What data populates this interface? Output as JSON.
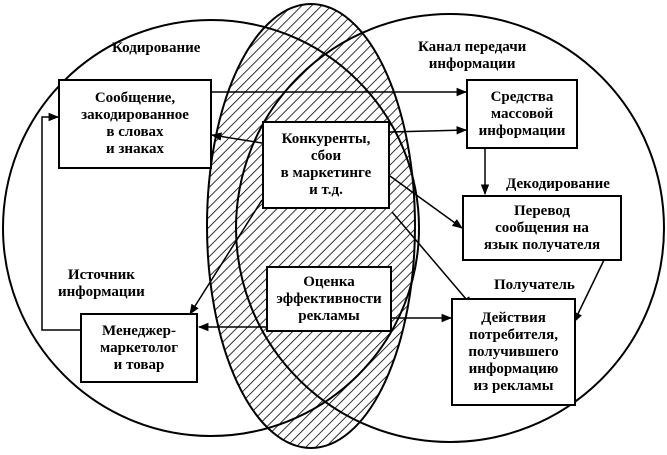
{
  "labels": {
    "coding": "Кодирование",
    "channel": "Канал передачи\nинформации",
    "decoding": "Декодирование",
    "source": "Источник\nинформации",
    "receiver": "Получатель"
  },
  "boxes": {
    "message": "Сообщение,\nзакодированное\nв словах\nи знаках",
    "media": "Средства\nмассовой\nинформации",
    "competitors": "Конкуренты,\nсбои\nв маркетинге\nи т.д.",
    "translation": "Перевод\nсообщения на\nязык получателя",
    "evaluation": "Оценка\nэффективности\nрекламы",
    "manager": "Менеджер-\nмаркетолог\nи товар",
    "consumer": "Действия\nпотребителя,\nполучившего\nинформацию\nиз рекламы"
  }
}
